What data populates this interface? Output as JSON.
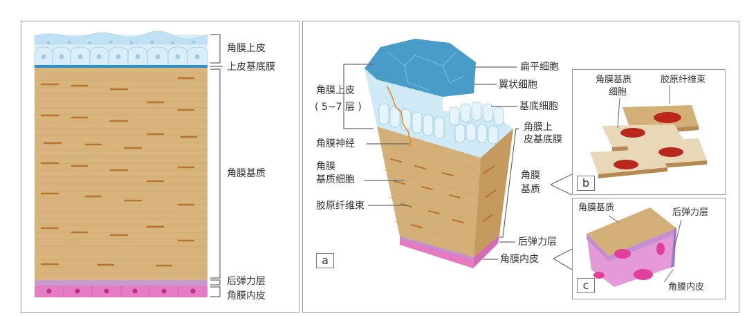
{
  "figure": {
    "title": "Cornea tissue structure diagram",
    "left_panel": {
      "layers": [
        {
          "label": "角膜上皮",
          "color": "#d9eef8"
        },
        {
          "label": "上皮基底膜",
          "color": "#2c8fd0"
        },
        {
          "label": "角膜基质",
          "color": "#d7b57d"
        },
        {
          "label": "后弹力层",
          "color": "#c99ad0"
        },
        {
          "label": "角膜内皮",
          "color": "#e47cc3"
        }
      ]
    },
    "right_panel": {
      "tag": "a",
      "left_labels": {
        "epithelium": "角膜上皮",
        "epithelium_layers": "( 5~7 层 )",
        "nerve": "角膜神经",
        "keratocyte_line1": "角膜",
        "keratocyte_line2": "基质细胞",
        "collagen": "胶原纤维束"
      },
      "right_labels": {
        "squamous": "扁平细胞",
        "wing": "翼状细胞",
        "basal": "基底细胞",
        "basement_line1": "角膜上",
        "basement_line2": "皮基底膜",
        "stroma_line1": "角膜",
        "stroma_line2": "基质",
        "descemet": "后弹力层",
        "endothelium": "角膜内皮"
      },
      "inset_b": {
        "tag": "b",
        "label_keratocyte_line1": "角膜基质",
        "label_keratocyte_line2": "细胞",
        "label_collagen": "胶原纤维束"
      },
      "inset_c": {
        "tag": "c",
        "label_stroma": "角膜基质",
        "label_descemet": "后弹力层",
        "label_endothelium": "角膜内皮"
      }
    },
    "colors": {
      "epithelium": "#cfe9f6",
      "epithelium_top": "#4a9cc8",
      "basement_membrane": "#2c8fd0",
      "stroma": "#d4b079",
      "keratocyte": "#b8742c",
      "descemet": "#c48fd2",
      "endothelium": "#e57ac0",
      "nucleus": "#c0307e",
      "nerve": "#e58a2a",
      "cell_red": "#b8281c"
    }
  }
}
